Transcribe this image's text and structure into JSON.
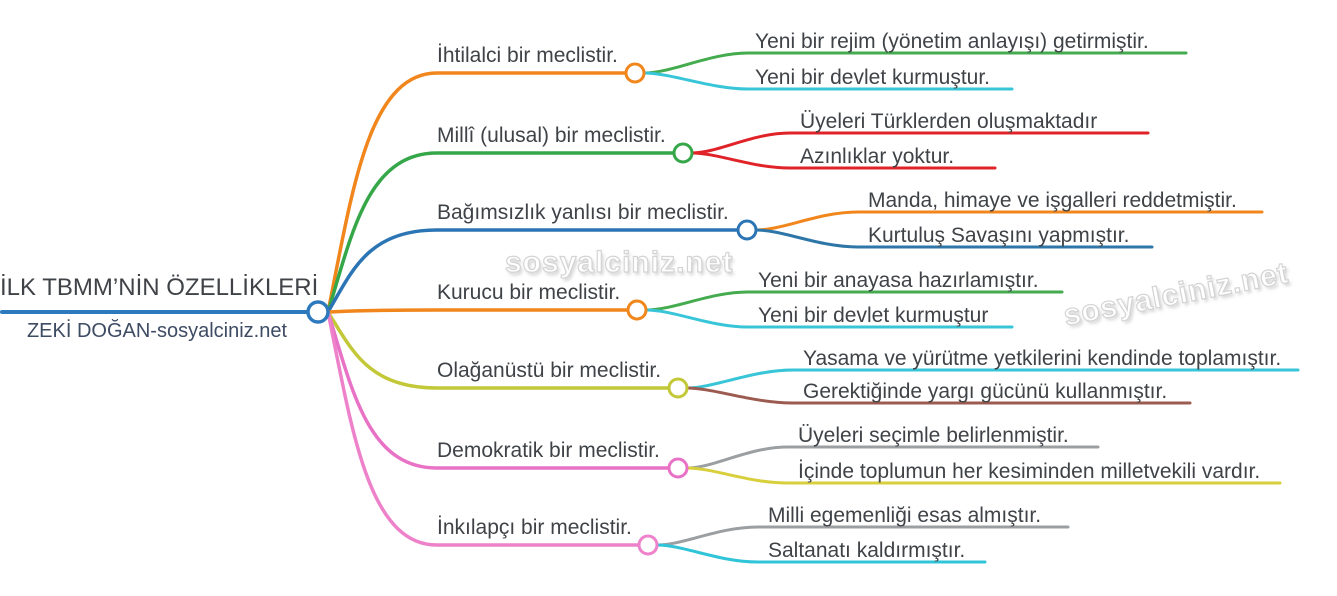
{
  "root": {
    "title": "İLK TBMM’NİN ÖZELLİKLERİ",
    "subtitle": "ZEKİ DOĞAN-sosyalciniz.net",
    "color": "#2d79bd"
  },
  "watermark": {
    "text": "sosyalciniz.net"
  },
  "palette": {
    "text": "#3f4347",
    "orange": "#f0861c",
    "green": "#35a749",
    "blue": "#2c75b4",
    "cyan": "#38c5d8",
    "red": "#e02328",
    "olive": "#c3c838",
    "magenta": "#e872c5",
    "pink": "#ee82ca",
    "gray": "#9b9fa2",
    "brown": "#9c5b50",
    "yellow": "#d8cf3c"
  },
  "branches": [
    {
      "label": "İhtilalci bir meclistir.",
      "color": "#f0861c",
      "children": [
        {
          "label": "Yeni bir rejim (yönetim anlayışı) getirmiştir.",
          "color": "#44ab4e"
        },
        {
          "label": "Yeni bir devlet kurmuştur.",
          "color": "#38c5d8"
        }
      ]
    },
    {
      "label": "Millî (ulusal) bir meclistir.",
      "color": "#35a749",
      "children": [
        {
          "label": "Üyeleri Türklerden oluşmaktadır",
          "color": "#e02328"
        },
        {
          "label": "Azınlıklar yoktur.",
          "color": "#e02328"
        }
      ]
    },
    {
      "label": "Bağımsızlık yanlısı bir meclistir.",
      "color": "#2c75b4",
      "children": [
        {
          "label": "Manda, himaye ve işgalleri reddetmiştir.",
          "color": "#f0861c"
        },
        {
          "label": "Kurtuluş Savaşını yapmıştır.",
          "color": "#2f76a8"
        }
      ]
    },
    {
      "label": "Kurucu bir meclistir.",
      "color": "#f0861c",
      "children": [
        {
          "label": "Yeni bir anayasa hazırlamıştır.",
          "color": "#44ab4e"
        },
        {
          "label": "Yeni bir devlet kurmuştur",
          "color": "#38c5d8"
        }
      ]
    },
    {
      "label": "Olağanüstü bir meclistir.",
      "color": "#c3c838",
      "children": [
        {
          "label": "Yasama ve yürütme yetkilerini kendinde toplamıştır.",
          "color": "#38c5d8"
        },
        {
          "label": "Gerektiğinde yargı gücünü kullanmıştır.",
          "color": "#9c5b50"
        }
      ]
    },
    {
      "label": "Demokratik bir meclistir.",
      "color": "#e872c5",
      "children": [
        {
          "label": "Üyeleri seçimle belirlenmiştir.",
          "color": "#9b9fa2"
        },
        {
          "label": "İçinde toplumun her kesiminden milletvekili vardır.",
          "color": "#d8cf3c"
        }
      ]
    },
    {
      "label": "İnkılapçı bir meclistir.",
      "color": "#ee82ca",
      "children": [
        {
          "label": "Milli egemenliği esas almıştır.",
          "color": "#9b9fa2"
        },
        {
          "label": "Saltanatı kaldırmıştır.",
          "color": "#2fc4d8"
        }
      ]
    }
  ]
}
